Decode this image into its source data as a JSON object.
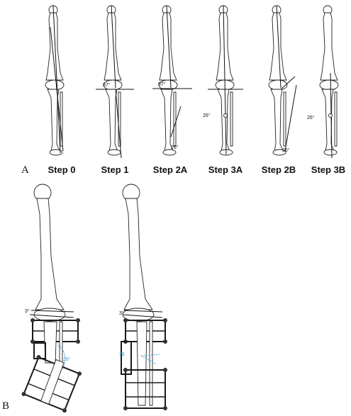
{
  "panels": {
    "a_letter": "A",
    "b_letter": "B"
  },
  "steps": [
    {
      "label": "Step 0"
    },
    {
      "label": "Step 1"
    },
    {
      "label": "Step 2A"
    },
    {
      "label": "Step 3A"
    },
    {
      "label": "Step 2B"
    },
    {
      "label": "Step 3B"
    }
  ],
  "annotations": {
    "step1_angle": "87°",
    "step2a_angle": "87°",
    "step2a_tibia_angle": "26°",
    "step3a_angle": "26°",
    "step2b_angle": "26°",
    "step3b_angle": "26°",
    "b_left_top": "3°",
    "b_left_side": "26°",
    "b_right_top": "3°",
    "b_right_side": "26"
  },
  "colors": {
    "annotation_accent": "#3aa0c8"
  }
}
